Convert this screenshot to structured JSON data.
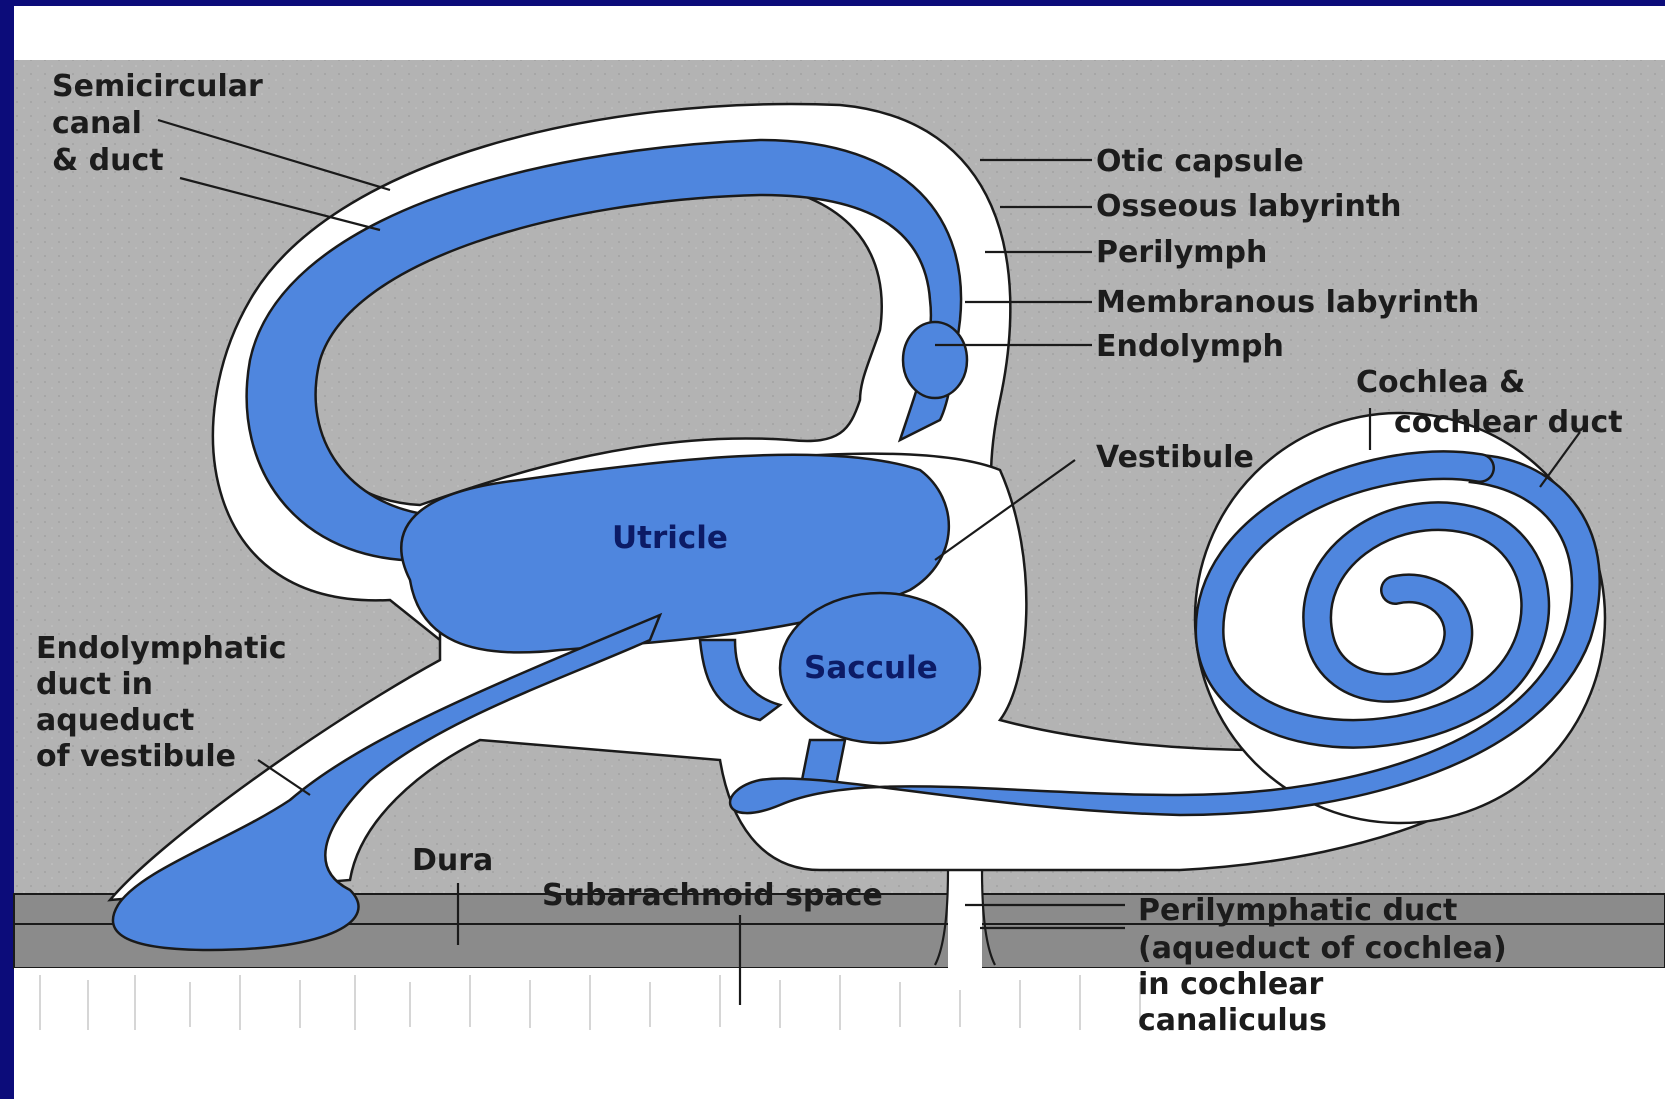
{
  "colors": {
    "frame": "#0c0c7a",
    "bone": "#b3b3b3",
    "perilymph": "#ffffff",
    "endolymph": "#4f86de",
    "outline": "#1a1a1a",
    "dura": "#8b8b8b",
    "label_text": "#1c1c1c",
    "inner_label_text": "#0c1b66"
  },
  "labels": {
    "semicircular_canal": [
      "Semicircular",
      "canal",
      "& duct"
    ],
    "otic_capsule": "Otic capsule",
    "osseous_labyrinth": "Osseous labyrinth",
    "perilymph": "Perilymph",
    "membranous_labyrinth": "Membranous labyrinth",
    "endolymph": "Endolymph",
    "cochlea": [
      "Cochlea &",
      "cochlear duct"
    ],
    "vestibule": "Vestibule",
    "utricle": "Utricle",
    "saccule": "Saccule",
    "endolymphatic_duct": [
      "Endolymphatic",
      "duct in",
      "aqueduct",
      "of vestibule"
    ],
    "dura": "Dura",
    "subarachnoid_space": "Subarachnoid space",
    "perilymphatic_duct": [
      "Perilymphatic duct",
      "(aqueduct of cochlea)",
      "in cochlear",
      "canaliculus"
    ]
  }
}
